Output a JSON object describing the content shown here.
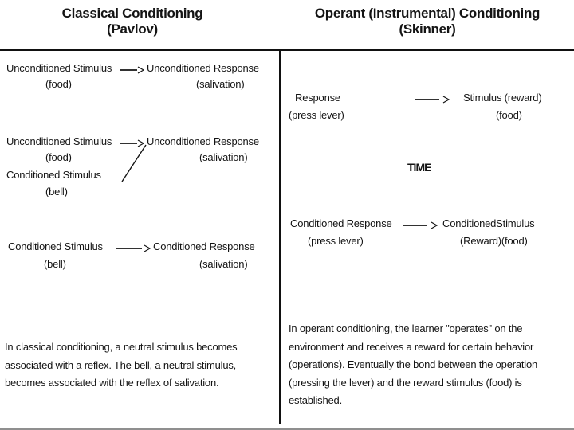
{
  "headers": {
    "left_title": "Classical Conditioning",
    "left_subtitle": "(Pavlov)",
    "right_title": "Operant (Instrumental) Conditioning",
    "right_subtitle": "(Skinner)"
  },
  "classical": {
    "pair1": {
      "stimulus": "Unconditioned Stimulus",
      "stimulus_example": "(food)",
      "response": "Unconditioned Response",
      "response_example": "(salivation)"
    },
    "pair2": {
      "stimulus": "Unconditioned Stimulus",
      "stimulus_example": "(food)",
      "response": "Unconditioned Response",
      "response_example": "(salivation)",
      "conditioned_stimulus": "Conditioned Stimulus",
      "conditioned_stimulus_example": "(bell)"
    },
    "pair3": {
      "stimulus": "Conditioned Stimulus",
      "stimulus_example": "(bell)",
      "response": "Conditioned Response",
      "response_example": "(salivation)"
    },
    "summary": "In classical conditioning, a neutral stimulus becomes associated with a reflex.  The bell, a neutral stimulus, becomes associated with the reflex of salivation."
  },
  "operant": {
    "pair1": {
      "response": "Response",
      "response_example": "(press lever)",
      "stimulus": "Stimulus (reward)",
      "stimulus_example": "(food)"
    },
    "time_label": "TIME",
    "pair2": {
      "response": "Conditioned Response",
      "response_example": "(press lever)",
      "stimulus": "ConditionedStimulus",
      "stimulus_example": "(Reward)(food)"
    },
    "summary": "In operant conditioning, the learner \"operates\" on the environment and receives a reward for certain behavior (operations).  Eventually the bond between the operation (pressing the lever) and the reward stimulus (food) is established."
  },
  "icons": {
    "arrow": "right-arrow-icon",
    "diagonal": "diagonal-connector-line"
  },
  "colors": {
    "text": "#141414",
    "line": "#111111",
    "bottom_bar": "#8f8f8f"
  }
}
